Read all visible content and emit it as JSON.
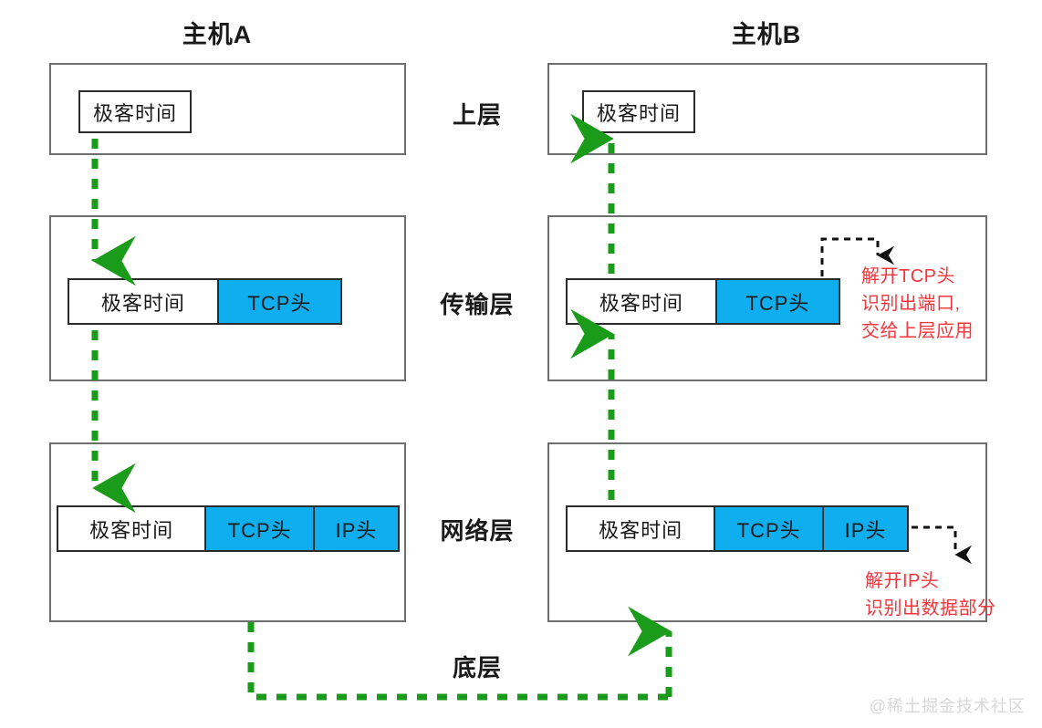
{
  "diagram": {
    "title_left": "主机A",
    "title_right": "主机B",
    "watermark": "@稀土掘金技术社区",
    "colors": {
      "header_blue": "#0FAEEE",
      "arrow_green": "#1A9B1A",
      "annotation_red": "#f4353b",
      "box_border": "#6e6e6e",
      "packet_border": "#2b2b2b"
    },
    "layer_labels": [
      {
        "name": "upper",
        "text": "上层"
      },
      {
        "name": "transport",
        "text": "传输层"
      },
      {
        "name": "network",
        "text": "网络层"
      },
      {
        "name": "link",
        "text": "底层"
      }
    ],
    "left_host": {
      "upper": {
        "packet": [
          {
            "kind": "data",
            "text": "极客时间"
          }
        ]
      },
      "transport": {
        "packet": [
          {
            "kind": "data",
            "text": "极客时间"
          },
          {
            "kind": "header",
            "text": "TCP头"
          }
        ]
      },
      "network": {
        "packet": [
          {
            "kind": "data",
            "text": "极客时间"
          },
          {
            "kind": "header",
            "text": "TCP头"
          },
          {
            "kind": "header",
            "text": "IP头"
          }
        ]
      }
    },
    "right_host": {
      "upper": {
        "packet": [
          {
            "kind": "data",
            "text": "极客时间"
          }
        ]
      },
      "transport": {
        "packet": [
          {
            "kind": "data",
            "text": "极客时间"
          },
          {
            "kind": "header",
            "text": "TCP头"
          }
        ],
        "annotation": [
          "解开TCP头",
          "识别出端口,",
          "交给上层应用"
        ]
      },
      "network": {
        "packet": [
          {
            "kind": "data",
            "text": "极客时间"
          },
          {
            "kind": "header",
            "text": "TCP头"
          },
          {
            "kind": "header",
            "text": "IP头"
          }
        ],
        "annotation": [
          "解开IP头",
          "识别出数据部分"
        ]
      }
    }
  }
}
